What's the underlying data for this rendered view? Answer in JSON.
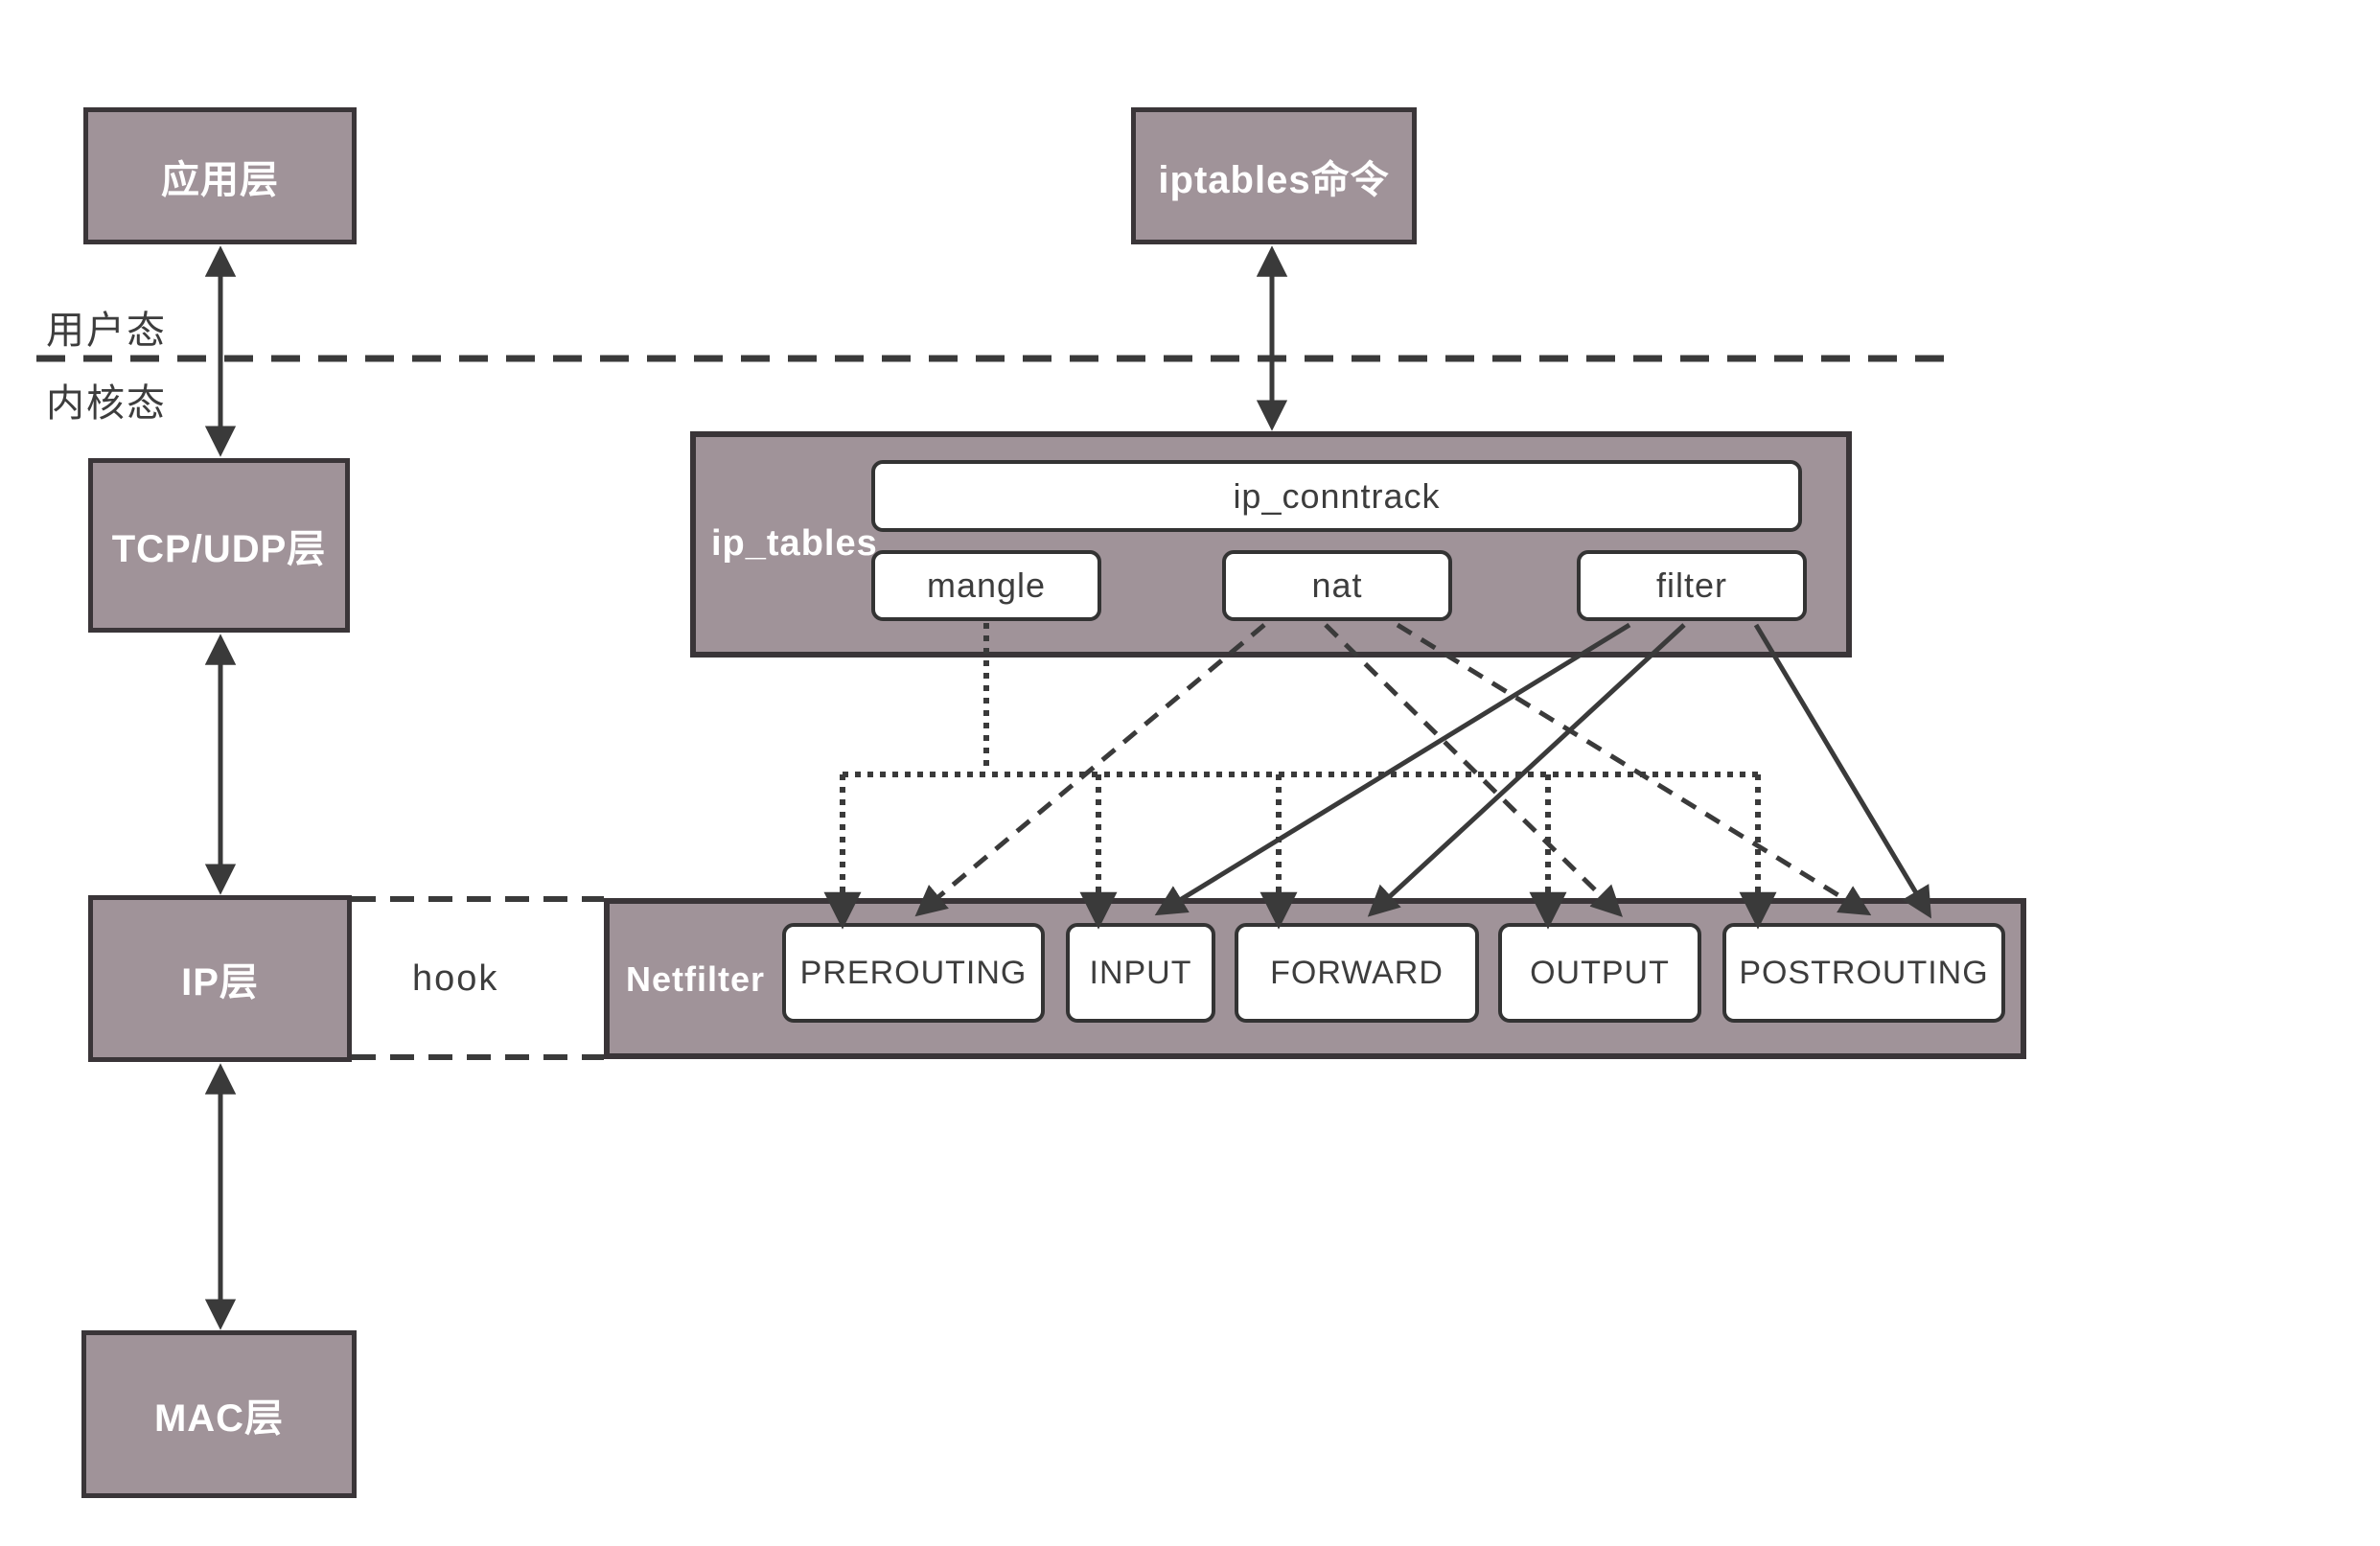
{
  "diagram": {
    "title_hint": "Linux netfilter / iptables architecture",
    "modes": {
      "user": "用户态",
      "kernel": "内核态"
    },
    "layers": {
      "app": "应用层",
      "tcp_udp": "TCP/UDP层",
      "ip": "IP层",
      "mac": "MAC层"
    },
    "iptables_cmd": "iptables命令",
    "ip_tables": {
      "label": "ip_tables",
      "conntrack": "ip_conntrack",
      "tables": [
        "mangle",
        "nat",
        "filter"
      ]
    },
    "hook_label": "hook",
    "netfilter": {
      "label": "Netfilter",
      "chains": [
        "PREROUTING",
        "INPUT",
        "FORWARD",
        "OUTPUT",
        "POSTROUTING"
      ]
    },
    "connections": [
      {
        "from": "mangle",
        "style": "dotted",
        "to": [
          "PREROUTING",
          "INPUT",
          "FORWARD",
          "OUTPUT",
          "POSTROUTING"
        ]
      },
      {
        "from": "nat",
        "style": "dashed",
        "to": [
          "PREROUTING",
          "OUTPUT",
          "POSTROUTING"
        ]
      },
      {
        "from": "filter",
        "style": "solid",
        "to": [
          "INPUT",
          "FORWARD",
          "POSTROUTING"
        ]
      }
    ],
    "colors": {
      "box_fill": "#a09399",
      "box_border": "#3a3538",
      "line": "#3a3a3a",
      "white_box_fill": "#ffffff",
      "text_light": "#ffffff",
      "text_dark": "#3d3d3d",
      "background": "#ffffff"
    }
  }
}
